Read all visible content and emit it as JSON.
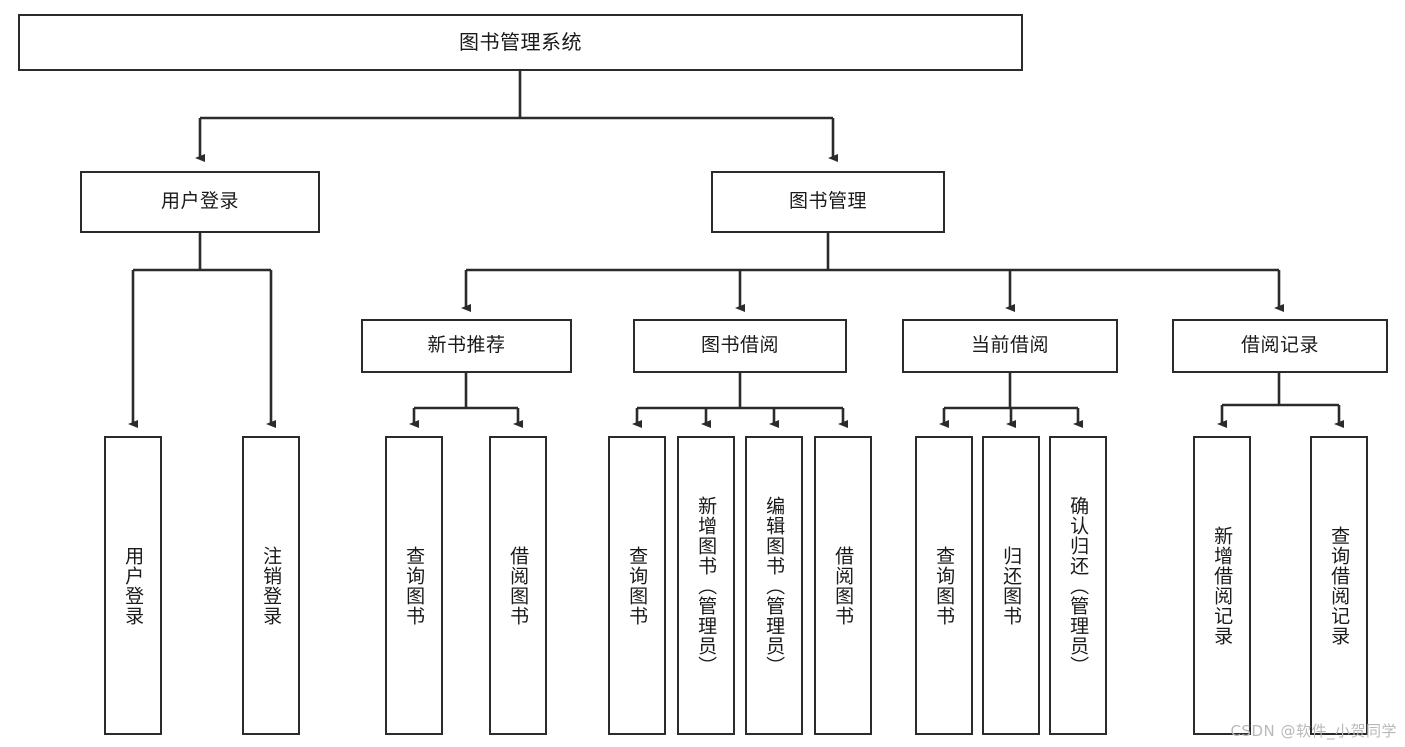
{
  "diagram": {
    "title": "图书管理系统",
    "type": "功能结构图",
    "watermark": "CSDN @软件_小贺同学",
    "colors": {
      "stroke": "#2b2b2b",
      "fill": "#ffffff",
      "text": "#1a1a1a",
      "watermark": "#b9b9b9"
    },
    "nodes": {
      "root": {
        "label": "图书管理系统"
      },
      "level1": [
        {
          "id": "user-login",
          "label": "用户登录"
        },
        {
          "id": "book-manage",
          "label": "图书管理"
        }
      ],
      "level2": [
        {
          "id": "new-book-rec",
          "label": "新书推荐"
        },
        {
          "id": "book-borrow",
          "label": "图书借阅"
        },
        {
          "id": "current-borrow",
          "label": "当前借阅"
        },
        {
          "id": "borrow-record",
          "label": "借阅记录"
        }
      ],
      "leaves": {
        "user_login": [
          {
            "id": "leaf-user-login",
            "label": "用户登录"
          },
          {
            "id": "leaf-logout",
            "label": "注销登录"
          }
        ],
        "new_book_rec": [
          {
            "id": "leaf-query-book-1",
            "label": "查询图书"
          },
          {
            "id": "leaf-borrow-book-1",
            "label": "借阅图书"
          }
        ],
        "book_borrow": [
          {
            "id": "leaf-query-book-2",
            "label": "查询图书"
          },
          {
            "id": "leaf-add-book",
            "label": "新增图书（管理员）"
          },
          {
            "id": "leaf-edit-book",
            "label": "编辑图书（管理员）"
          },
          {
            "id": "leaf-borrow-book-2",
            "label": "借阅图书"
          }
        ],
        "current_borrow": [
          {
            "id": "leaf-query-book-3",
            "label": "查询图书"
          },
          {
            "id": "leaf-return-book",
            "label": "归还图书"
          },
          {
            "id": "leaf-confirm-return",
            "label": "确认归还（管理员）"
          }
        ],
        "borrow_record": [
          {
            "id": "leaf-add-record",
            "label": "新增借阅记录"
          },
          {
            "id": "leaf-query-record",
            "label": "查询借阅记录"
          }
        ]
      }
    }
  }
}
